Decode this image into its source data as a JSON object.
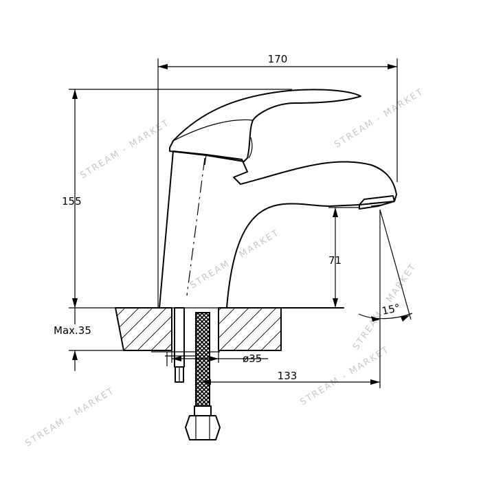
{
  "dimensions": {
    "width_total": "170",
    "height_total": "155",
    "spout_height": "71",
    "max_thickness": "Max.35",
    "hole_diameter": "ø35",
    "reach": "133",
    "angle": "15°"
  },
  "watermark": {
    "text": "STREAM - MARKET"
  }
}
